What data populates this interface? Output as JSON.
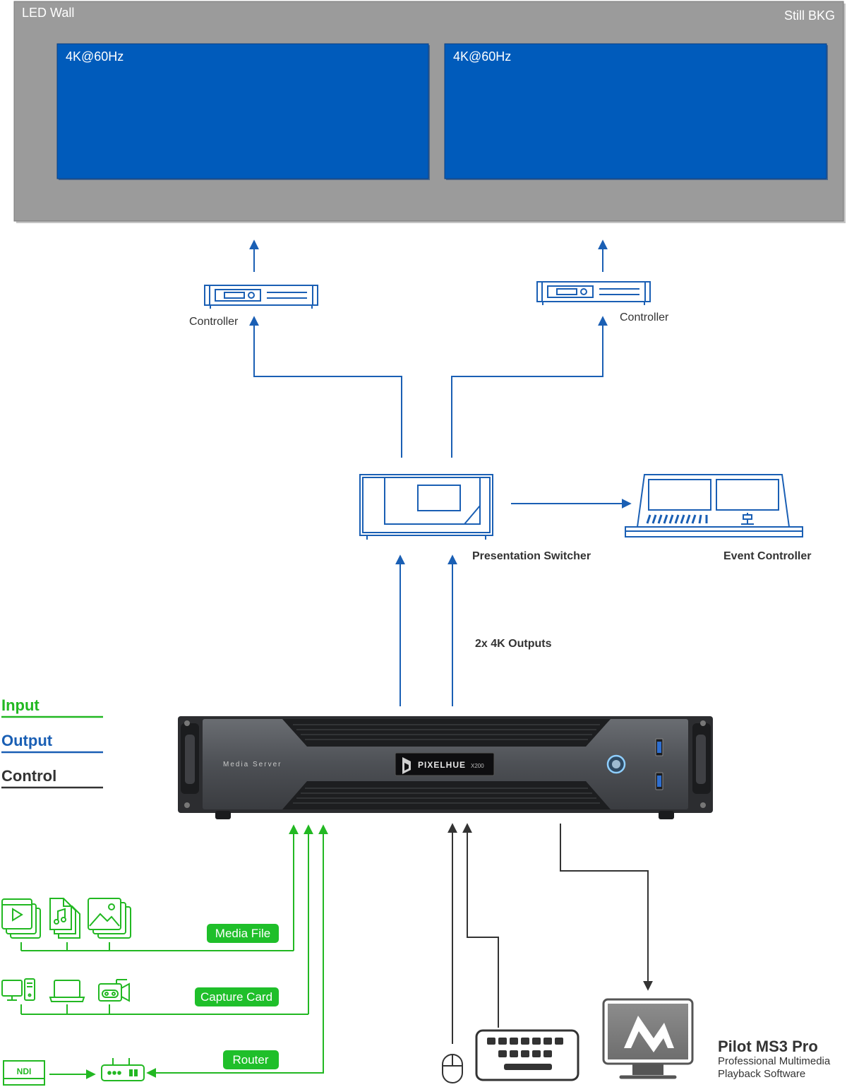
{
  "led_wall": {
    "label": "LED Wall",
    "background_label": "Still BKG",
    "screens": [
      {
        "label": "4K@60Hz"
      },
      {
        "label": "4K@60Hz"
      }
    ]
  },
  "controllers": [
    {
      "label": "Controller"
    },
    {
      "label": "Controller"
    }
  ],
  "presentation_switcher": {
    "label": "Presentation Switcher"
  },
  "event_controller": {
    "label": "Event Controller"
  },
  "outputs_label": "2x 4K Outputs",
  "legend": [
    {
      "label": "Input",
      "color": "#22b822"
    },
    {
      "label": "Output",
      "color": "#1a5fb4"
    },
    {
      "label": "Control",
      "color": "#333333"
    }
  ],
  "media_server": {
    "panel_label": "Media Server",
    "brand": "PIXELHUE",
    "model": "X200"
  },
  "inputs": {
    "media_file": "Media File",
    "capture_card": "Capture Card",
    "router": "Router",
    "ndi": "NDI"
  },
  "software": {
    "name": "Pilot MS3 Pro",
    "desc_line1": "Professional Multimedia",
    "desc_line2": "Playback Software"
  },
  "colors": {
    "output_blue": "#1a5fb4",
    "input_green": "#22b822",
    "control_dark": "#333333",
    "wall_gray": "#9b9b9b",
    "screen_blue": "#005bbb",
    "badge_green": "#1fbf2a"
  }
}
